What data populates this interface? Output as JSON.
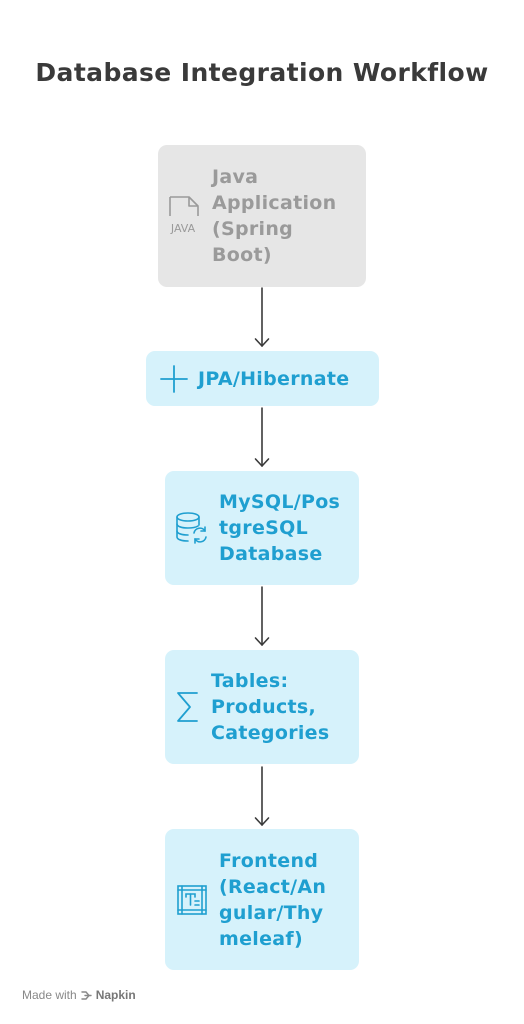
{
  "title": "Database Integration Workflow",
  "nodes": [
    {
      "id": "java-app",
      "label": "Java\nApplication\n(Spring\nBoot)",
      "icon": "java-icon",
      "style": "gray"
    },
    {
      "id": "jpa",
      "label": "JPA/Hibernate",
      "icon": "plus-icon",
      "style": "blue"
    },
    {
      "id": "db",
      "label": "MySQL/Pos\ntgreSQL\nDatabase",
      "icon": "database-sync-icon",
      "style": "blue"
    },
    {
      "id": "tables",
      "label": "Tables:\nProducts,\nCategories",
      "icon": "sigma-icon",
      "style": "blue"
    },
    {
      "id": "frontend",
      "label": "Frontend\n(React/An\ngular/Thy\nmeleaf)",
      "icon": "text-frame-icon",
      "style": "blue"
    }
  ],
  "edges": [
    {
      "from": "java-app",
      "to": "jpa"
    },
    {
      "from": "jpa",
      "to": "db"
    },
    {
      "from": "db",
      "to": "tables"
    },
    {
      "from": "tables",
      "to": "frontend"
    }
  ],
  "colors": {
    "gray_box": "#e6e6e6",
    "gray_text": "#9a9a9a",
    "blue_box": "#d6f2fb",
    "blue_text": "#1f9fd0",
    "arrow": "#3a3a3a"
  },
  "footer": {
    "made_with": "Made with",
    "brand": "Napkin",
    "icon": "napkin-logo-icon"
  }
}
